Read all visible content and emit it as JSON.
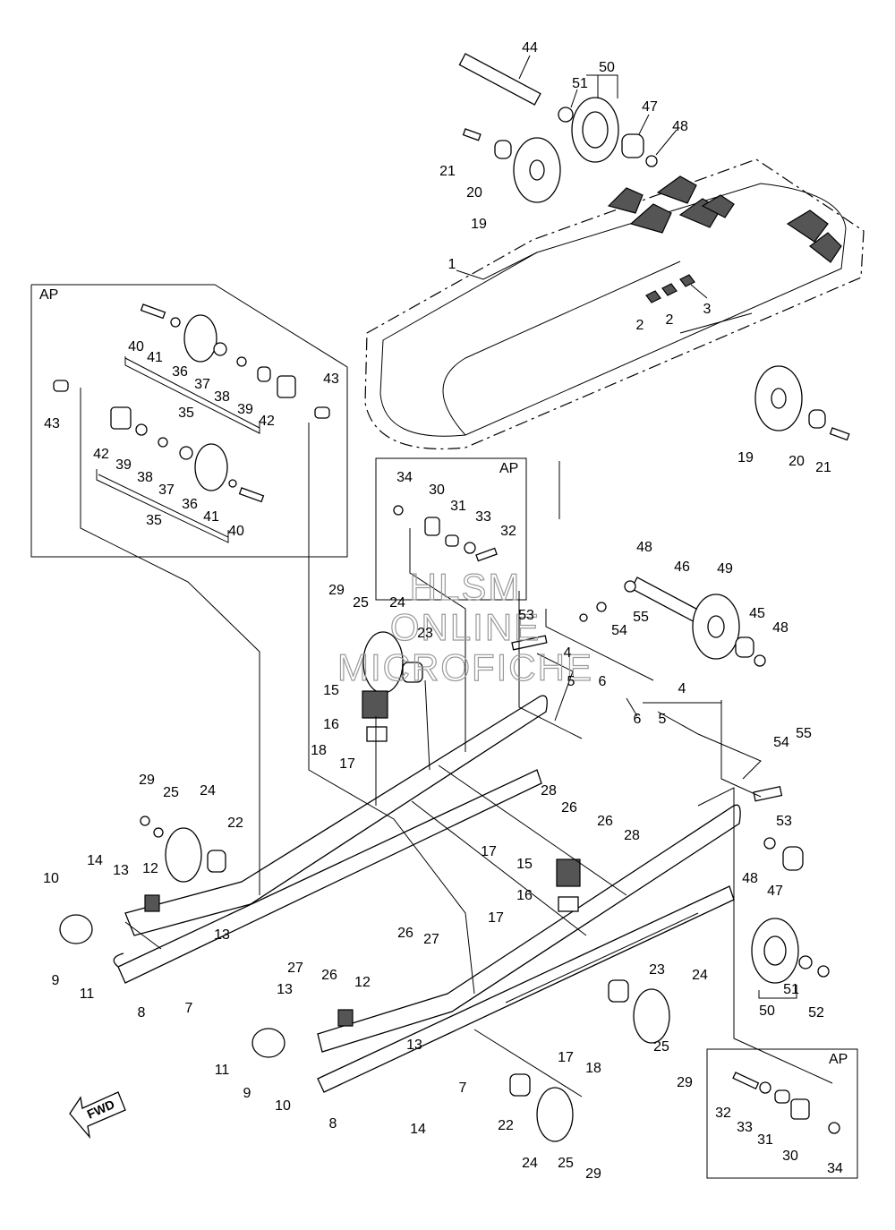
{
  "box_label": "AP",
  "watermark": [
    "HLSM",
    "ONLINE",
    "MICROFICHE"
  ],
  "fwd_label": "FWD",
  "labels": [
    {
      "id": "l44a",
      "text": "44"
    },
    {
      "id": "l50a",
      "text": "50"
    },
    {
      "id": "l51a",
      "text": "51"
    },
    {
      "id": "l47a",
      "text": "47"
    },
    {
      "id": "l48a",
      "text": "48"
    },
    {
      "id": "l21a",
      "text": "21"
    },
    {
      "id": "l20a",
      "text": "20"
    },
    {
      "id": "l19a",
      "text": "19"
    },
    {
      "id": "l1",
      "text": "1"
    },
    {
      "id": "l2a",
      "text": "2"
    },
    {
      "id": "l2b",
      "text": "2"
    },
    {
      "id": "l3",
      "text": "3"
    },
    {
      "id": "l19b",
      "text": "19"
    },
    {
      "id": "l20b",
      "text": "20"
    },
    {
      "id": "l21b",
      "text": "21"
    },
    {
      "id": "lap1_40",
      "text": "40"
    },
    {
      "id": "lap1_41",
      "text": "41"
    },
    {
      "id": "lap1_36",
      "text": "36"
    },
    {
      "id": "lap1_37",
      "text": "37"
    },
    {
      "id": "lap1_38",
      "text": "38"
    },
    {
      "id": "lap1_39",
      "text": "39"
    },
    {
      "id": "lap1_35",
      "text": "35"
    },
    {
      "id": "lap1_42",
      "text": "42"
    },
    {
      "id": "lap1_43a",
      "text": "43"
    },
    {
      "id": "lap1_43b",
      "text": "43"
    },
    {
      "id": "lap1_42b",
      "text": "42"
    },
    {
      "id": "lap1_39b",
      "text": "39"
    },
    {
      "id": "lap1_38b",
      "text": "38"
    },
    {
      "id": "lap1_37b",
      "text": "37"
    },
    {
      "id": "lap1_36b",
      "text": "36"
    },
    {
      "id": "lap1_41b",
      "text": "41"
    },
    {
      "id": "lap1_35b",
      "text": "35"
    },
    {
      "id": "lap1_40b",
      "text": "40"
    },
    {
      "id": "lap2_34",
      "text": "34"
    },
    {
      "id": "lap2_30",
      "text": "30"
    },
    {
      "id": "lap2_31",
      "text": "31"
    },
    {
      "id": "lap2_33",
      "text": "33"
    },
    {
      "id": "lap2_32",
      "text": "32"
    },
    {
      "id": "l48b",
      "text": "48"
    },
    {
      "id": "l46",
      "text": "46"
    },
    {
      "id": "l49",
      "text": "49"
    },
    {
      "id": "l55a",
      "text": "55"
    },
    {
      "id": "l54a",
      "text": "54"
    },
    {
      "id": "l53a",
      "text": "53"
    },
    {
      "id": "l45",
      "text": "45"
    },
    {
      "id": "l48c",
      "text": "48"
    },
    {
      "id": "l29a",
      "text": "29"
    },
    {
      "id": "l25a",
      "text": "25"
    },
    {
      "id": "l24a",
      "text": "24"
    },
    {
      "id": "l23a",
      "text": "23"
    },
    {
      "id": "l15a",
      "text": "15"
    },
    {
      "id": "l16a",
      "text": "16"
    },
    {
      "id": "l18a",
      "text": "18"
    },
    {
      "id": "l17a",
      "text": "17"
    },
    {
      "id": "l4a",
      "text": "4"
    },
    {
      "id": "l5a",
      "text": "5"
    },
    {
      "id": "l6a",
      "text": "6"
    },
    {
      "id": "l4b",
      "text": "4"
    },
    {
      "id": "l6b",
      "text": "6"
    },
    {
      "id": "l5b",
      "text": "5"
    },
    {
      "id": "l54b",
      "text": "54"
    },
    {
      "id": "l55b",
      "text": "55"
    },
    {
      "id": "l53b",
      "text": "53"
    },
    {
      "id": "l29b",
      "text": "29"
    },
    {
      "id": "l25b",
      "text": "25"
    },
    {
      "id": "l24b",
      "text": "24"
    },
    {
      "id": "l22a",
      "text": "22"
    },
    {
      "id": "l28a",
      "text": "28"
    },
    {
      "id": "l26a",
      "text": "26"
    },
    {
      "id": "l17b",
      "text": "17"
    },
    {
      "id": "l26b",
      "text": "26"
    },
    {
      "id": "l28b",
      "text": "28"
    },
    {
      "id": "l15b",
      "text": "15"
    },
    {
      "id": "l16b",
      "text": "16"
    },
    {
      "id": "l17c",
      "text": "17"
    },
    {
      "id": "l48d",
      "text": "48"
    },
    {
      "id": "l47b",
      "text": "47"
    },
    {
      "id": "l10a",
      "text": "10"
    },
    {
      "id": "l14a",
      "text": "14"
    },
    {
      "id": "l13a",
      "text": "13"
    },
    {
      "id": "l12a",
      "text": "12"
    },
    {
      "id": "l9a",
      "text": "9"
    },
    {
      "id": "l11a",
      "text": "11"
    },
    {
      "id": "l8a",
      "text": "8"
    },
    {
      "id": "l7a",
      "text": "7"
    },
    {
      "id": "l13b",
      "text": "13"
    },
    {
      "id": "l27a",
      "text": "27"
    },
    {
      "id": "l26c",
      "text": "26"
    },
    {
      "id": "l26d",
      "text": "26"
    },
    {
      "id": "l27b",
      "text": "27"
    },
    {
      "id": "l51b",
      "text": "51"
    },
    {
      "id": "l52",
      "text": "52"
    },
    {
      "id": "l50b",
      "text": "50"
    },
    {
      "id": "l13c",
      "text": "13"
    },
    {
      "id": "l12b",
      "text": "12"
    },
    {
      "id": "l13d",
      "text": "13"
    },
    {
      "id": "l23b",
      "text": "23"
    },
    {
      "id": "l24c",
      "text": "24"
    },
    {
      "id": "l25c",
      "text": "25"
    },
    {
      "id": "l29c",
      "text": "29"
    },
    {
      "id": "l17d",
      "text": "17"
    },
    {
      "id": "l18b",
      "text": "18"
    },
    {
      "id": "l11b",
      "text": "11"
    },
    {
      "id": "l9b",
      "text": "9"
    },
    {
      "id": "l10b",
      "text": "10"
    },
    {
      "id": "l8b",
      "text": "8"
    },
    {
      "id": "l7b",
      "text": "7"
    },
    {
      "id": "l14b",
      "text": "14"
    },
    {
      "id": "l22b",
      "text": "22"
    },
    {
      "id": "l24d",
      "text": "24"
    },
    {
      "id": "l25d",
      "text": "25"
    },
    {
      "id": "l29d",
      "text": "29"
    },
    {
      "id": "lap3_32",
      "text": "32"
    },
    {
      "id": "lap3_33",
      "text": "33"
    },
    {
      "id": "lap3_31",
      "text": "31"
    },
    {
      "id": "lap3_30",
      "text": "30"
    },
    {
      "id": "lap3_34",
      "text": "34"
    }
  ]
}
